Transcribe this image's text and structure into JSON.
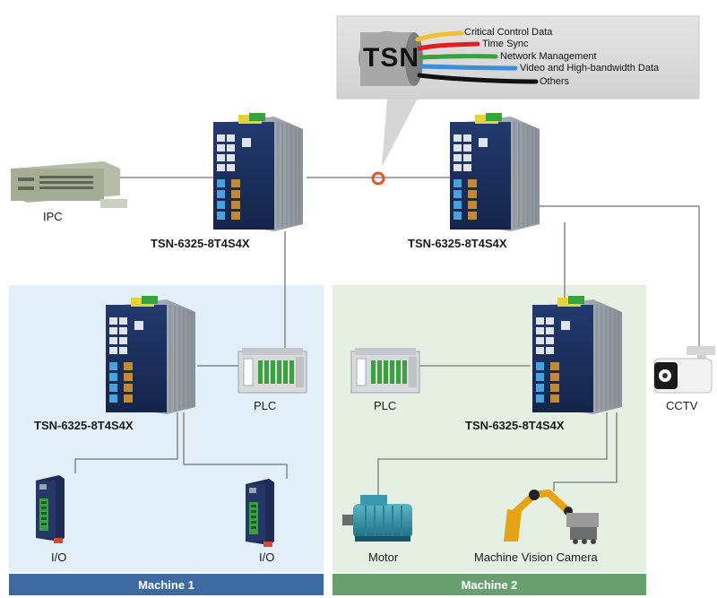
{
  "tsn_callout": {
    "title": "TSN",
    "traffic_classes": [
      {
        "label": "Critical Control Data",
        "color": "#f0c030"
      },
      {
        "label": "Time Sync",
        "color": "#e02020"
      },
      {
        "label": "Network Management",
        "color": "#3aa040"
      },
      {
        "label": "Video and High-bandwidth Data",
        "color": "#3a8fd8"
      },
      {
        "label": "Others",
        "color": "#111111"
      }
    ]
  },
  "devices": {
    "ipc": "IPC",
    "cctv": "CCTV",
    "switch_top_left": "TSN-6325-8T4S4X",
    "switch_top_right": "TSN-6325-8T4S4X",
    "switch_machine1": "TSN-6325-8T4S4X",
    "switch_machine2": "TSN-6325-8T4S4X",
    "plc_machine1": "PLC",
    "plc_machine2": "PLC",
    "io_left": "I/O",
    "io_right": "I/O",
    "motor": "Motor",
    "camera": "Machine Vision Camera"
  },
  "zones": {
    "machine1": {
      "label": "Machine 1",
      "bg": "#e3eff8",
      "bar": "#3d6aa0"
    },
    "machine2": {
      "label": "Machine 2",
      "bg": "#e5f0e3",
      "bar": "#6aa070"
    }
  }
}
